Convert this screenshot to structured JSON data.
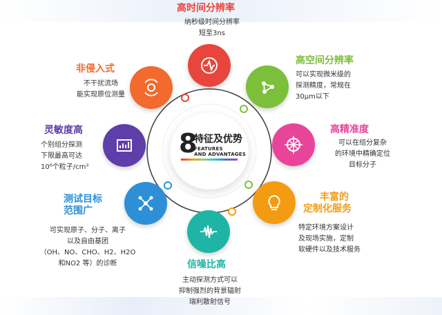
{
  "center": {
    "number": "8",
    "title": "特征及优势",
    "subtitle_line1": "FEATURES",
    "subtitle_line2": "AND ADVANTAGES"
  },
  "features": [
    {
      "title_lines": [
        "高时间分辨率"
      ],
      "desc_lines": [
        "纳秒级时间分辨率",
        "短至3ns"
      ],
      "color": "#e8453c",
      "icon": "timer-icon"
    },
    {
      "title_lines": [
        "高空间分辨率"
      ],
      "desc_lines": [
        "可以实现微米级的",
        "探测精度，常规在",
        "30μm以下"
      ],
      "color": "#7cbf3a",
      "icon": "molecule-network-icon"
    },
    {
      "title_lines": [
        "高精准度"
      ],
      "desc_lines": [
        "可以在组分复杂",
        "的环境中精确定位",
        "目标分子"
      ],
      "color": "#e8459a",
      "icon": "crosshair-target-icon"
    },
    {
      "title_lines": [
        "丰富的",
        "定制化服务"
      ],
      "desc_lines": [
        "特定环境方案设计",
        "及现场实施，定制",
        "软硬件以及技术服务"
      ],
      "color": "#f39c12",
      "icon": "lightbulb-icon"
    },
    {
      "title_lines": [
        "信噪比高"
      ],
      "desc_lines": [
        "主动探测方式可以",
        "抑制强烈的背景辐射",
        "瑞利散射信号"
      ],
      "color": "#1fb5a6",
      "icon": "signal-wave-icon"
    },
    {
      "title_lines": [
        "测试目标",
        "范围广"
      ],
      "desc_lines": [
        "可实现原子、分子、离子",
        "以及自由基团",
        "（OH、NO、CHO、H2、H2O",
        "和NO2 等）的诊断"
      ],
      "color": "#2d8fd6",
      "icon": "network-nodes-icon"
    },
    {
      "title_lines": [
        "灵敏度高"
      ],
      "desc_lines": [
        "个别组分探测",
        "下限最高可达",
        "10⁶个粒子/cm³"
      ],
      "color": "#5e3ea8",
      "icon": "chart-display-icon"
    },
    {
      "title_lines": [
        "非侵入式"
      ],
      "desc_lines": [
        "不干扰流场",
        "能实现原位测量"
      ],
      "color": "#f26a2e",
      "icon": "sound-wave-circle-icon"
    }
  ]
}
